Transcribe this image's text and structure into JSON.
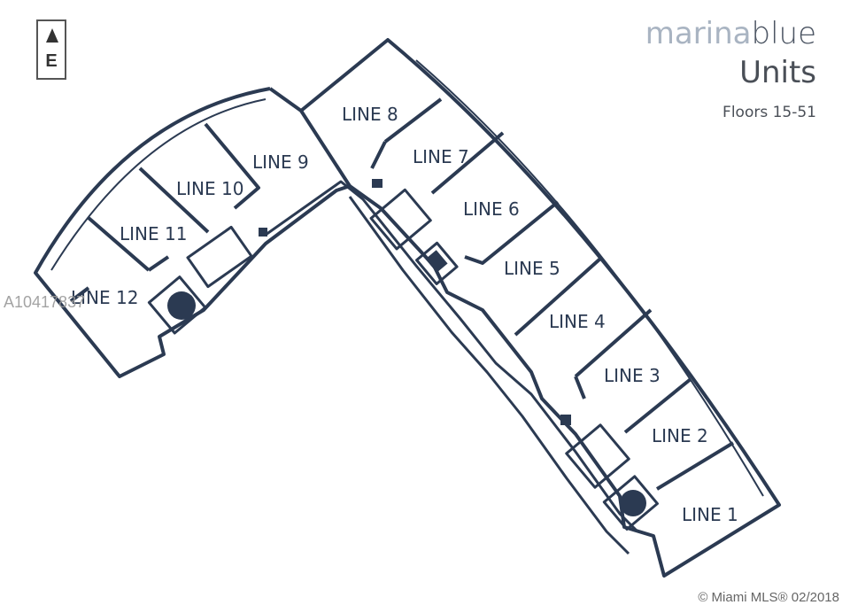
{
  "compass": {
    "direction_label": "E"
  },
  "header": {
    "brand_light": "marina",
    "brand_bold": "blue",
    "title": "Units",
    "subtitle": "Floors 15-51"
  },
  "units": [
    "LINE 1",
    "LINE 2",
    "LINE 3",
    "LINE 4",
    "LINE 5",
    "LINE 6",
    "LINE 7",
    "LINE 8",
    "LINE 9",
    "LINE 10",
    "LINE 11",
    "LINE 12"
  ],
  "watermark": "A10417837",
  "copyright": "© Miami MLS® 02/2018",
  "colors": {
    "wall": "#2b3a52",
    "brand_light": "#a9b4c2",
    "text": "#4a4f57"
  }
}
